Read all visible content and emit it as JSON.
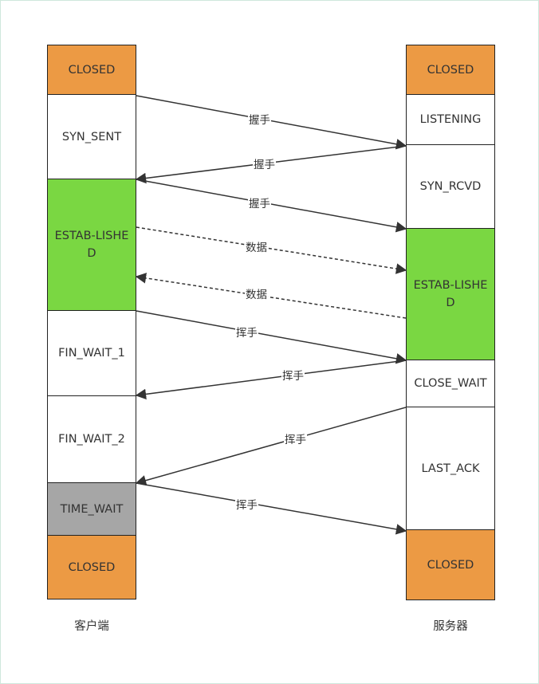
{
  "colors": {
    "closed": "#ec9a44",
    "established": "#7ad742",
    "time_wait": "#a6a6a6",
    "normal": "#ffffff",
    "border": "#222222",
    "arrow": "#333333"
  },
  "client": {
    "caption": "客户端",
    "states": [
      "CLOSED",
      "SYN_SENT",
      "ESTAB-LISHED",
      "FIN_WAIT_1",
      "FIN_WAIT_2",
      "TIME_WAIT",
      "CLOSED"
    ]
  },
  "server": {
    "caption": "服务器",
    "states": [
      "CLOSED",
      "LISTENING",
      "SYN_RCVD",
      "ESTAB-LISHED",
      "CLOSE_WAIT",
      "LAST_ACK",
      "CLOSED"
    ]
  },
  "messages": [
    "握手",
    "握手",
    "握手",
    "数据",
    "数据",
    "挥手",
    "挥手",
    "挥手",
    "挥手"
  ]
}
